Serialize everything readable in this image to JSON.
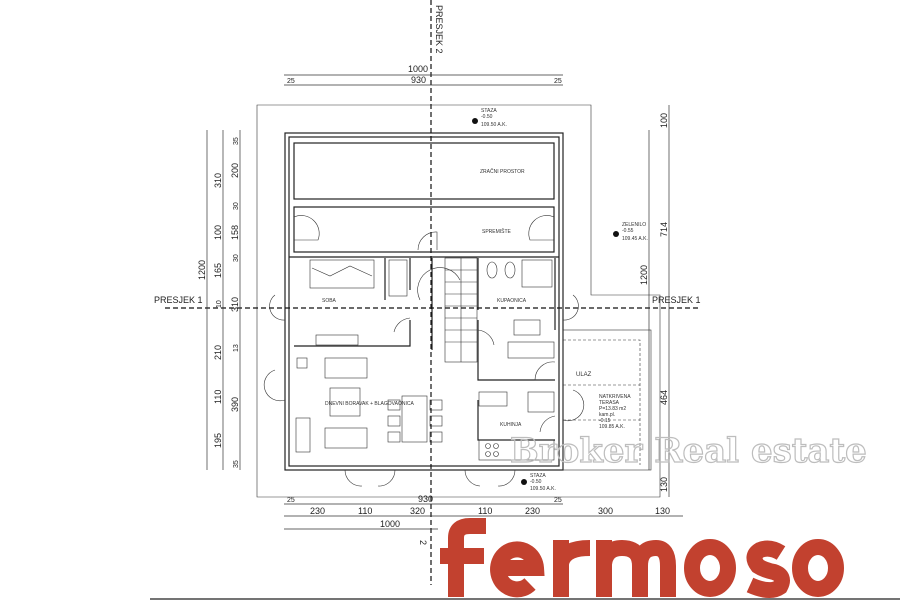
{
  "sections": {
    "vertical": "PRESJEK 2",
    "left": "PRESJEK 1",
    "right": "PRESJEK 1"
  },
  "rooms": {
    "air_space": "ZRAČNI PROSTOR",
    "storage": "SPREMIŠTE",
    "bedroom": "SOBA",
    "bathroom": "KUPAONICA",
    "living": "DNEVNI BORAVAK + BLAGOVAONICA",
    "kitchen": "KUHINJA",
    "entrance": "ULAZ"
  },
  "terrace": {
    "name": "NATKRIVENA",
    "name2": "TERASA",
    "area": "P=13.83 m2",
    "floor": "kam.pl.",
    "level": "-0.15",
    "abs": "109.85 A.K."
  },
  "levels": {
    "top": {
      "name": "STAZA",
      "level": "-0.50",
      "abs": "109.50 A.K."
    },
    "green": {
      "name": "ZELENILO",
      "level": "-0.55",
      "abs": "109.45 A.K."
    },
    "bottom": {
      "name": "STAZA",
      "level": "-0.50",
      "abs": "109.50 A.K."
    }
  },
  "dimensions": {
    "top_total": "1000",
    "top_inner": "930",
    "top_side_l": "25",
    "top_side_r": "25",
    "left_total": "1200",
    "left_mid": [
      "310",
      "100",
      "165",
      "10",
      "210",
      "110",
      "195"
    ],
    "left_inner": [
      "35",
      "200",
      "30",
      "158",
      "30",
      "310",
      "13",
      "390",
      "35"
    ],
    "right_total": "1200",
    "right": [
      "100",
      "714",
      "464",
      "130"
    ],
    "bottom_inner": "930",
    "bottom_side_l": "25",
    "bottom_side_r": "25",
    "bottom_mid": [
      "230",
      "110",
      "320",
      "110",
      "230",
      "300",
      "130"
    ],
    "bottom_total": "1000"
  },
  "watermark": "Broker Real estate",
  "logo": "fermoso",
  "colors": {
    "logo": "#c2412f",
    "watermark": "#bdbdbd"
  }
}
